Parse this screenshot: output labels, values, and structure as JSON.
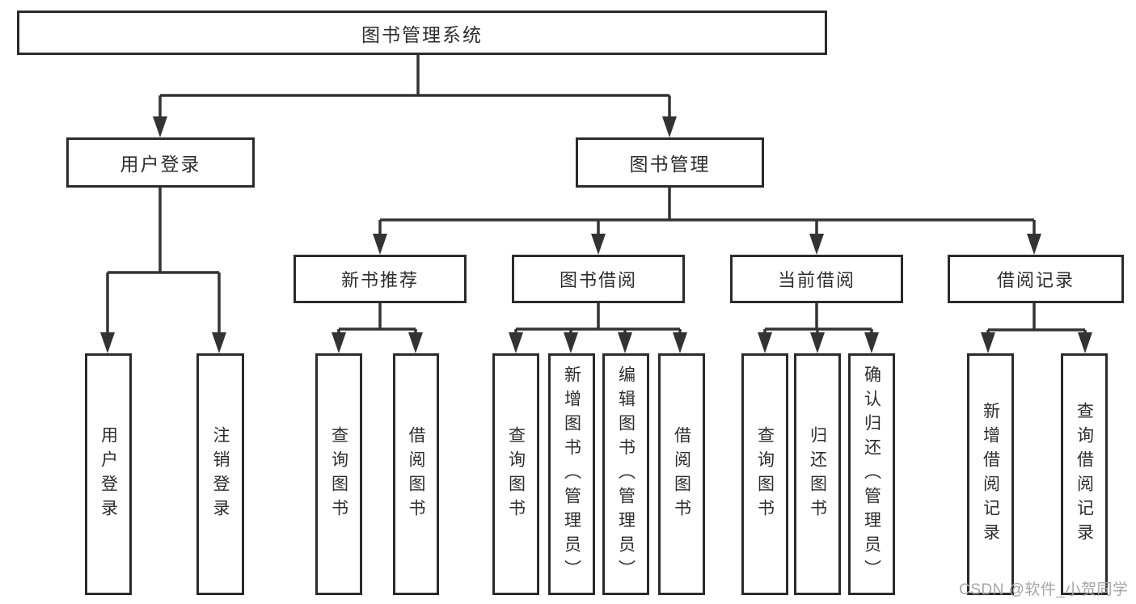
{
  "tree": {
    "label": "图书管理系统",
    "children": [
      {
        "label": "用户登录",
        "children": [
          {
            "label": "用户登录"
          },
          {
            "label": "注销登录"
          }
        ]
      },
      {
        "label": "图书管理",
        "children": [
          {
            "label": "新书推荐",
            "children": [
              {
                "label": "查询图书"
              },
              {
                "label": "借阅图书"
              }
            ]
          },
          {
            "label": "图书借阅",
            "children": [
              {
                "label": "查询图书"
              },
              {
                "label": "新增图书（管理员）"
              },
              {
                "label": "编辑图书（管理员）"
              },
              {
                "label": "借阅图书"
              }
            ]
          },
          {
            "label": "当前借阅",
            "children": [
              {
                "label": "查询图书"
              },
              {
                "label": "归还图书"
              },
              {
                "label": "确认归还（管理员）"
              }
            ]
          },
          {
            "label": "借阅记录",
            "children": [
              {
                "label": "新增借阅记录"
              },
              {
                "label": "查询借阅记录"
              }
            ]
          }
        ]
      }
    ]
  },
  "watermark": {
    "text": "CSDN @软件_小贺同学"
  },
  "colors": {
    "line": "#333333",
    "box_border": "#2b2b2b",
    "text": "#2d2d2d",
    "background": "#ffffff",
    "watermark": "#a6a6a6"
  }
}
